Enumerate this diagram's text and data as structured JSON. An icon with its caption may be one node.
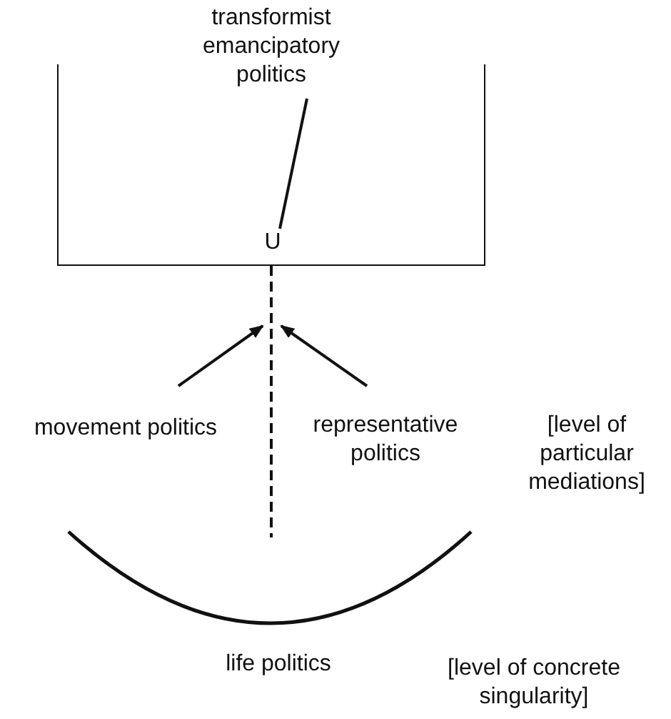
{
  "diagram": {
    "nodes": [
      {
        "text": [],
        "shape": "box"
      },
      {
        "text": [
          "transformist emancipatory politics"
        ]
      },
      {
        "text": [
          "U"
        ],
        "in": 0
      },
      {
        "text": [
          "movement politics"
        ]
      },
      {
        "text": [
          "representative politics"
        ]
      },
      {
        "text": [
          "life politics"
        ]
      }
    ],
    "edges": [
      {
        "from": 1,
        "to": 2,
        "arrow": "none"
      },
      {
        "from": 0,
        "to": 5,
        "arrow": "none",
        "style": "dashed"
      },
      {
        "from": 3,
        "to": null,
        "arrow": "to"
      },
      {
        "from": 4,
        "to": null,
        "arrow": "to"
      }
    ],
    "labels": [
      "[level of particular mediations]",
      "[level of concrete singularity]"
    ]
  }
}
